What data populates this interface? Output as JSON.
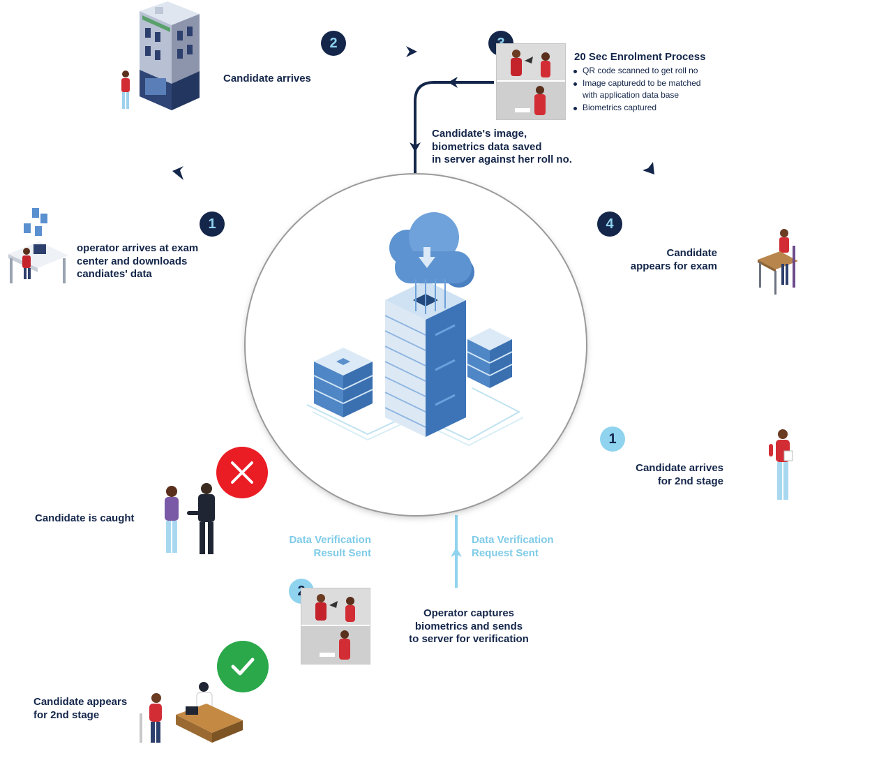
{
  "enrolment": {
    "title": "20 Sec Enrolment Process",
    "items": [
      "QR code scanned to get roll no",
      "Image capturedd to be matched\nwith application data base",
      "Biometrics captured"
    ]
  },
  "steps": {
    "top_operator": {
      "number": "1",
      "text": "operator arrives at exam\ncenter and downloads\ncandiates' data"
    },
    "top_arrival": {
      "number": "2",
      "text": "Candidate arrives"
    },
    "top_enrol": {
      "number": "3"
    },
    "top_exam": {
      "number": "4",
      "text": "Candidate\nappears for exam"
    },
    "saved": {
      "text": "Candidate's image,\nbiometrics data saved\nin server against her roll no."
    },
    "second_arrival": {
      "number": "1",
      "text": "Candidate arrives\nfor 2nd stage"
    },
    "second_capture": {
      "number": "2",
      "text": "Operator captures\nbiometrics and sends\nto server for verification"
    },
    "request": {
      "text": "Data Verification\nRequest Sent"
    },
    "result": {
      "text": "Data Verification\nResult Sent"
    },
    "caught": {
      "text": "Candidate is caught"
    },
    "appears_second": {
      "text": "Candidate appears\nfor 2nd stage"
    }
  },
  "colors": {
    "navy": "#14264a",
    "light_blue": "#8fd3ef",
    "fail_red": "#ea1c24",
    "ok_green": "#2aa84a"
  },
  "icons": {
    "center": "cloud-server-icon",
    "fail": "x-mark-icon",
    "ok": "check-mark-icon"
  }
}
